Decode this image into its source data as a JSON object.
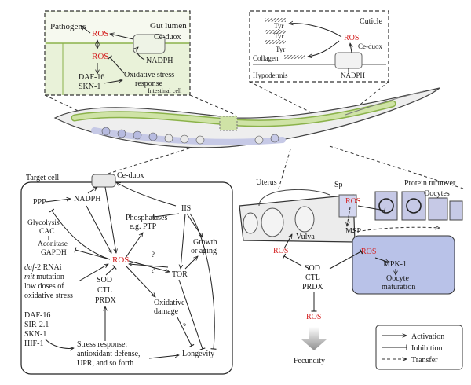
{
  "colors": {
    "ros": "#d42020",
    "gut_panel_bg": "#e9f2d9",
    "gut_panel_band": "#f6f9ef",
    "worm_gut": "#cfe3a6",
    "worm_germline": "#c6c9e6",
    "oocyte_box": "#b9c2e8",
    "fecundity_arrow": "#9a9a9a"
  },
  "gut_panel": {
    "pathogens": "Pathogens",
    "ros_top": "ROS",
    "gut_lumen": "Gut lumen",
    "ce_duox": "Ce-duox",
    "ros_mid": "ROS",
    "nadph": "NADPH",
    "daf16": "DAF-16",
    "skn1": "SKN-1",
    "oxstress_line1": "Oxidative stress",
    "oxstress_line2": "response",
    "intestinal_cell": "Intestinal cell"
  },
  "cuticle_panel": {
    "cuticle": "Cuticle",
    "tyr1": "Tyr",
    "tyr2": "Tyr",
    "tyr3": "Tyr",
    "ros": "ROS",
    "collagen": "Collagen",
    "ce_duox": "Ce-duox",
    "hypodermis": "Hypodermis",
    "nadph": "NADPH"
  },
  "cell_panel": {
    "target_cell": "Target cell",
    "ce_duox": "Ce-duox",
    "ppp": "PPP",
    "nadph": "NADPH",
    "iis": "IIS",
    "glycolysis": "Glycolysis",
    "cac": "CAC",
    "aconitase": "Aconitase",
    "gapdh": "GAPDH",
    "phosphatases": "Phosphatases",
    "eg_ptp": "e.g. PTP",
    "growth_line1": "Growth",
    "growth_line2": "or aging",
    "daf2_italic": "daf",
    "daf2_rest": "-2 RNAi",
    "mit_italic": "mit",
    "mit_rest": " mutation",
    "low_doses": "low doses of",
    "oxstress": "oxidative stress",
    "ros": "ROS",
    "q1": "?",
    "q2": "?",
    "q3": "?",
    "tor": "TOR",
    "sod": "SOD",
    "ctl": "CTL",
    "prdx": "PRDX",
    "oxdamage_line1": "Oxidative",
    "oxdamage_line2": "damage",
    "daf16": "DAF-16",
    "sir21": "SIR-2.1",
    "skn1": "SKN-1",
    "hif1": "HIF-1",
    "stress_line1": "Stress response:",
    "stress_line2": "antioxidant defense,",
    "stress_line3": "UPR, and so forth",
    "longevity": "Longevity"
  },
  "germline": {
    "uterus": "Uterus",
    "sp": "Sp",
    "ros_sp": "ROS",
    "protein_turnover": "Protein turnover",
    "oocytes": "Oocytes",
    "vulva": "Vulva",
    "ros_vulva": "ROS",
    "msp": "MSP",
    "sod": "SOD",
    "ctl": "CTL",
    "prdx": "PRDX",
    "ros_oocyte": "ROS",
    "mpk1": "MPK-1",
    "oocyte_line1": "Oocyte",
    "oocyte_line2": "maturation",
    "ros_bottom": "ROS",
    "fecundity": "Fecundity"
  },
  "legend": {
    "activation": "Activation",
    "inhibition": "Inhibition",
    "transfer": "Transfer"
  }
}
